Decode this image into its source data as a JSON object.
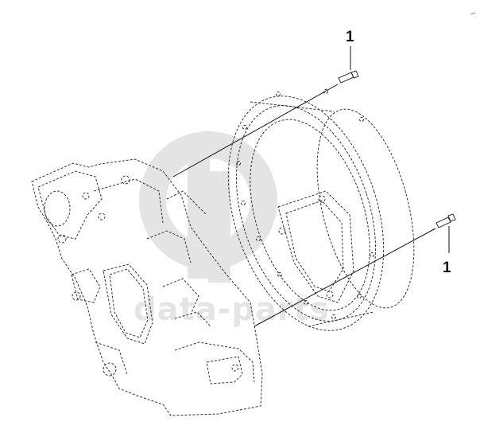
{
  "diagram": {
    "callouts": [
      {
        "id": "bolt-upper",
        "label": "1"
      },
      {
        "id": "bolt-lower",
        "label": "1"
      }
    ],
    "watermark": {
      "text": "data-parts",
      "logo": "dp"
    },
    "colors": {
      "line": "#333333",
      "watermark": "#d9d9d9",
      "background": "#ffffff"
    }
  }
}
